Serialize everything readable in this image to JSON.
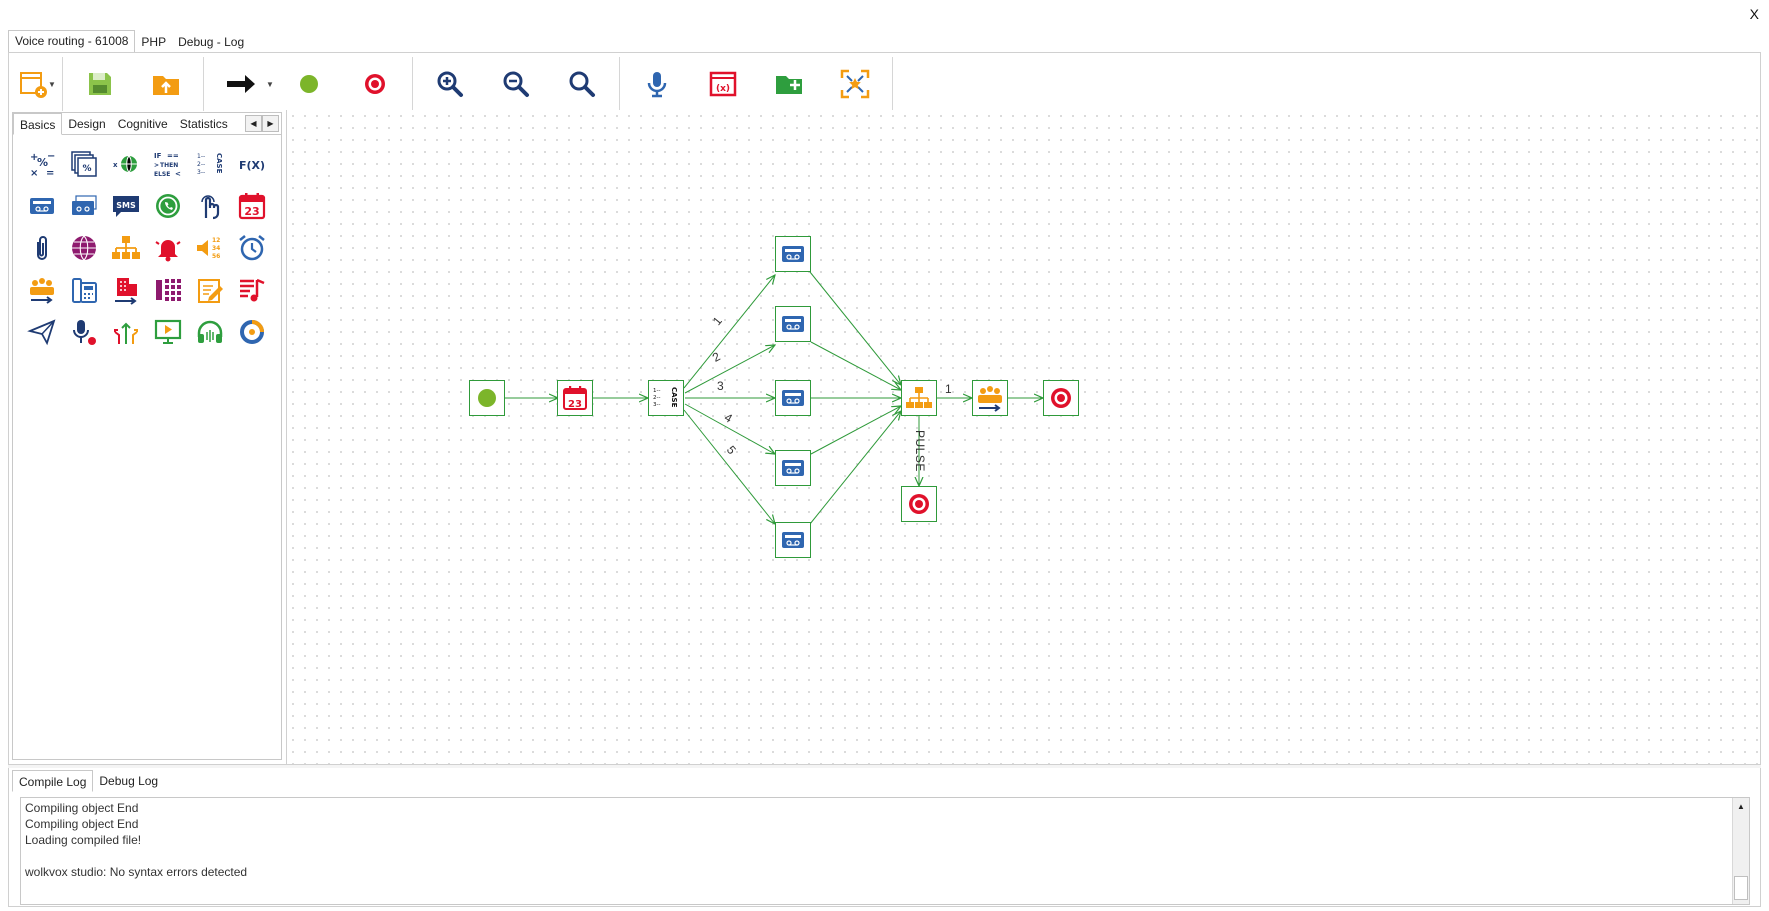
{
  "window": {
    "close_label": "X"
  },
  "doc_tabs": [
    {
      "label": "Voice routing - 61008",
      "active": true
    },
    {
      "label": "PHP",
      "active": false
    },
    {
      "label": "Debug - Log",
      "active": false
    }
  ],
  "toolbar": {
    "icons": [
      "new-flow-icon",
      "save-icon",
      "upload-folder-icon",
      "arrow-connector-icon",
      "start-node-icon",
      "end-node-icon",
      "zoom-in-icon",
      "zoom-out-icon",
      "zoom-fit-icon",
      "microphone-icon",
      "variables-icon",
      "add-folder-icon",
      "fit-screen-icon"
    ]
  },
  "palette": {
    "tabs": [
      {
        "label": "Basics",
        "active": true
      },
      {
        "label": "Design",
        "active": false
      },
      {
        "label": "Cognitive",
        "active": false
      },
      {
        "label": "Statistics",
        "active": false
      }
    ],
    "case_label": "CASE",
    "sms_label": "SMS",
    "fx_label": "F(X)",
    "calendar_day": "23",
    "if_label": "IF",
    "then_label": "THEN",
    "else_label": "ELSE"
  },
  "flow": {
    "case_label": "CASE",
    "calendar_day": "23",
    "edge_labels": [
      "1",
      "2",
      "3",
      "4",
      "5",
      "1",
      "PULSE"
    ]
  },
  "log": {
    "tabs": [
      {
        "label": "Compile Log",
        "active": true
      },
      {
        "label": "Debug Log",
        "active": false
      }
    ],
    "lines": [
      "Compiling object End",
      "Compiling object End",
      "Loading compiled file!",
      "",
      "wolkvox studio: No syntax errors detected"
    ]
  },
  "colors": {
    "orange": "#f39c12",
    "green": "#7cb52a",
    "red": "#e0112b",
    "navy": "#1f3b73",
    "blue": "#2f66b0",
    "edge": "#2f9a3a"
  }
}
